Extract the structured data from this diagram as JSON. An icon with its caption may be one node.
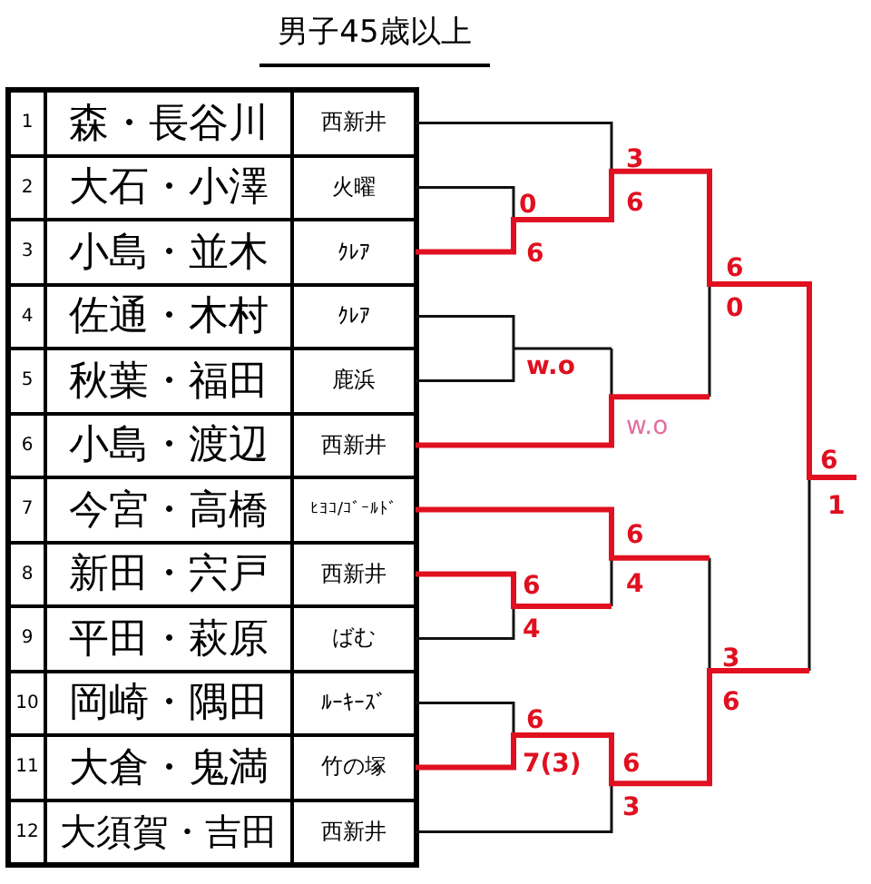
{
  "diagram": {
    "title": "男子45歳以上",
    "labels": [
      "1",
      "森・長谷川",
      "西新井",
      "2",
      "大石・小澤",
      "火曜",
      "3",
      "小島・並木",
      "ｸﾚｱ",
      "4",
      "佐通・木村",
      "ｸﾚｱ",
      "5",
      "秋葉・福田",
      "鹿浜",
      "6",
      "小島・渡辺",
      "西新井",
      "7",
      "今宮・高橋",
      "ﾋﾖｺ/ｺﾞｰﾙﾄﾞ",
      "8",
      "新田・宍戸",
      "西新井",
      "9",
      "平田・萩原",
      "ばむ",
      "10",
      "岡崎・隅田",
      "ﾙｰｷｰｽﾞ",
      "11",
      "大倉・鬼満",
      "竹の塚",
      "12",
      "大須賀・吉田",
      "西新井",
      "3",
      "0",
      "6",
      "6",
      "6",
      "0",
      "w.o",
      "w.o",
      "6",
      "1",
      "6",
      "6",
      "4",
      "4",
      "3",
      "6",
      "6",
      "7(3)",
      "6",
      "3"
    ]
  }
}
